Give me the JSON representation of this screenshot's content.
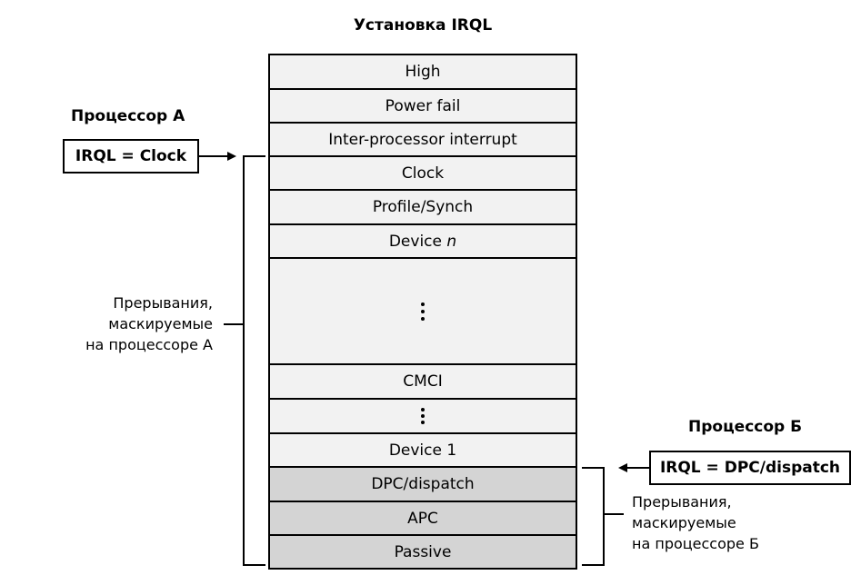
{
  "title": "Установка IRQL",
  "levels": [
    {
      "label": "High",
      "shade": "light"
    },
    {
      "label": "Power fail",
      "shade": "light"
    },
    {
      "label": "Inter-processor interrupt",
      "shade": "light"
    },
    {
      "label": "Clock",
      "shade": "light"
    },
    {
      "label": "Profile/Synch",
      "shade": "light"
    },
    {
      "label": "Device ",
      "label_italic": "n",
      "shade": "light"
    },
    {
      "label": "",
      "ellipsis": true,
      "shade": "light"
    },
    {
      "label": "CMCI",
      "shade": "light"
    },
    {
      "label": "",
      "ellipsis": true,
      "shade": "light"
    },
    {
      "label": "Device 1",
      "shade": "light"
    },
    {
      "label": "DPC/dispatch",
      "shade": "dark"
    },
    {
      "label": "APC",
      "shade": "dark"
    },
    {
      "label": "Passive",
      "shade": "dark"
    }
  ],
  "processor_a": {
    "title": "Процессор А",
    "irql_box": "IRQL = Clock",
    "masked_label": [
      "Прерывания,",
      "маскируемые",
      "на процессоре А"
    ]
  },
  "processor_b": {
    "title": "Процессор Б",
    "irql_box": "IRQL = DPC/dispatch",
    "masked_label": [
      "Прерывания,",
      "маскируемые",
      "на процессоре Б"
    ]
  },
  "colors": {
    "light_level": "#f2f2f2",
    "dark_level": "#d4d4d4",
    "line": "#000000"
  }
}
